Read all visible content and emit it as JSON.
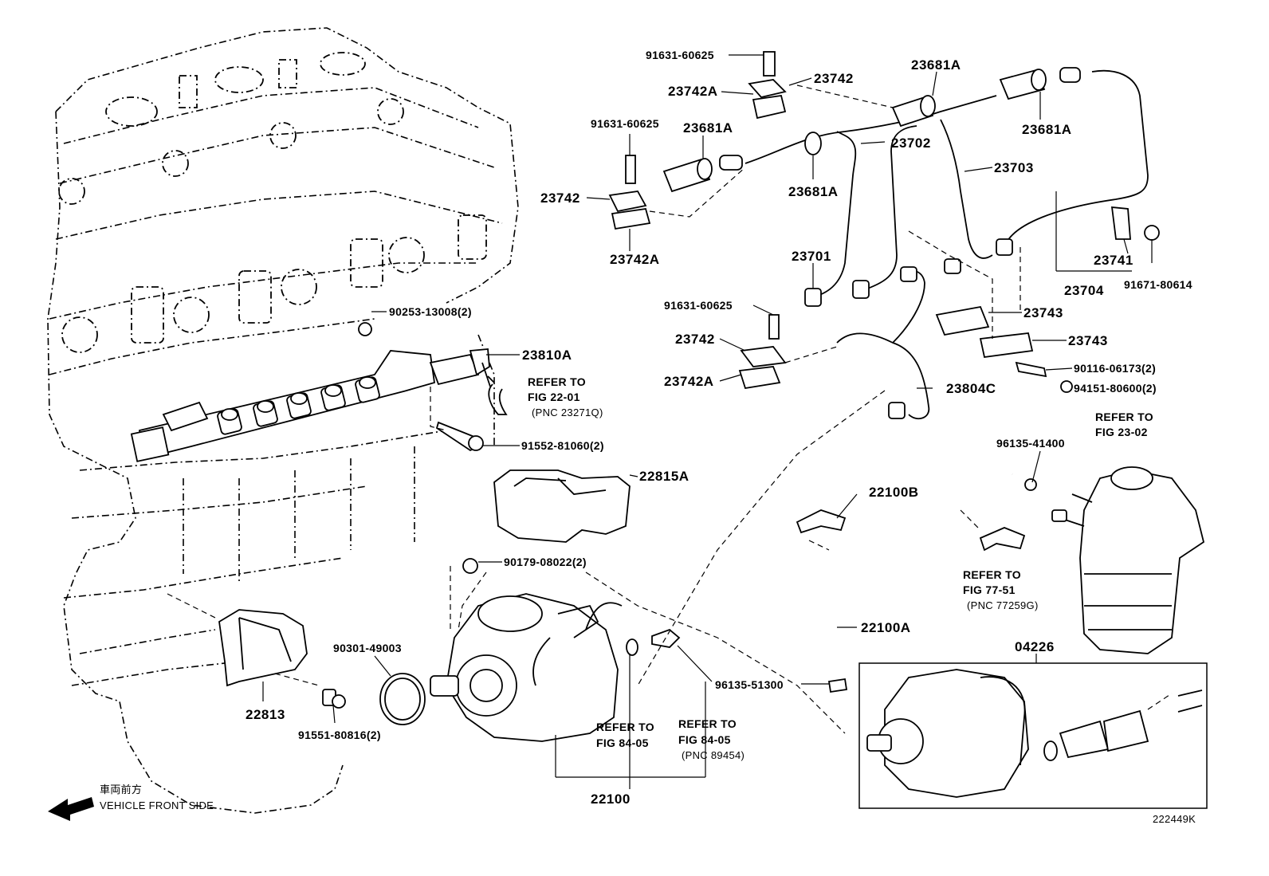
{
  "labels": {
    "p91631_a": "91631-60625",
    "p23742_a": "23742",
    "p23742A_a": "23742A",
    "p91631_b": "91631-60625",
    "p23681A_a": "23681A",
    "p23742_b": "23742",
    "p23742A_b": "23742A",
    "p23681A_b": "23681A",
    "p23702": "23702",
    "p23681A_c": "23681A",
    "p23681A_d": "23681A",
    "p23703": "23703",
    "p23701": "23701",
    "p23741": "23741",
    "p23704": "23704",
    "p91671": "91671-80614",
    "p91631_c": "91631-60625",
    "p23742_c": "23742",
    "p23742A_c": "23742A",
    "p23743_a": "23743",
    "p23743_b": "23743",
    "p90116": "90116-06173(2)",
    "p94151": "94151-80600(2)",
    "p23804C": "23804C",
    "p90253": "90253-13008(2)",
    "p23810A": "23810A",
    "refer_22_01_a": "REFER TO",
    "refer_22_01_b": "FIG 22-01",
    "refer_22_01_c": "(PNC 23271Q)",
    "p91552": "91552-81060(2)",
    "p22815A": "22815A",
    "p96135_41400": "96135-41400",
    "refer_23_02_a": "REFER TO",
    "refer_23_02_b": "FIG 23-02",
    "p22100B": "22100B",
    "refer_77_51_a": "REFER TO",
    "refer_77_51_b": "FIG 77-51",
    "refer_77_51_c": "(PNC 77259G)",
    "p90179": "90179-08022(2)",
    "p90301": "90301-49003",
    "p22100A": "22100A",
    "p04226": "04226",
    "p96135_51300": "96135-51300",
    "p22813": "22813",
    "p91551": "91551-80816(2)",
    "refer_84_05_a1": "REFER TO",
    "refer_84_05_b1": "FIG 84-05",
    "refer_84_05_a2": "REFER TO",
    "refer_84_05_b2": "FIG 84-05",
    "refer_84_05_c2": "(PNC 89454)",
    "p22100": "22100",
    "front_jp": "車両前方",
    "front_en": "VEHICLE FRONT SIDE",
    "fig_id": "222449K"
  },
  "icons": {
    "direction": "arrow-left-icon"
  }
}
